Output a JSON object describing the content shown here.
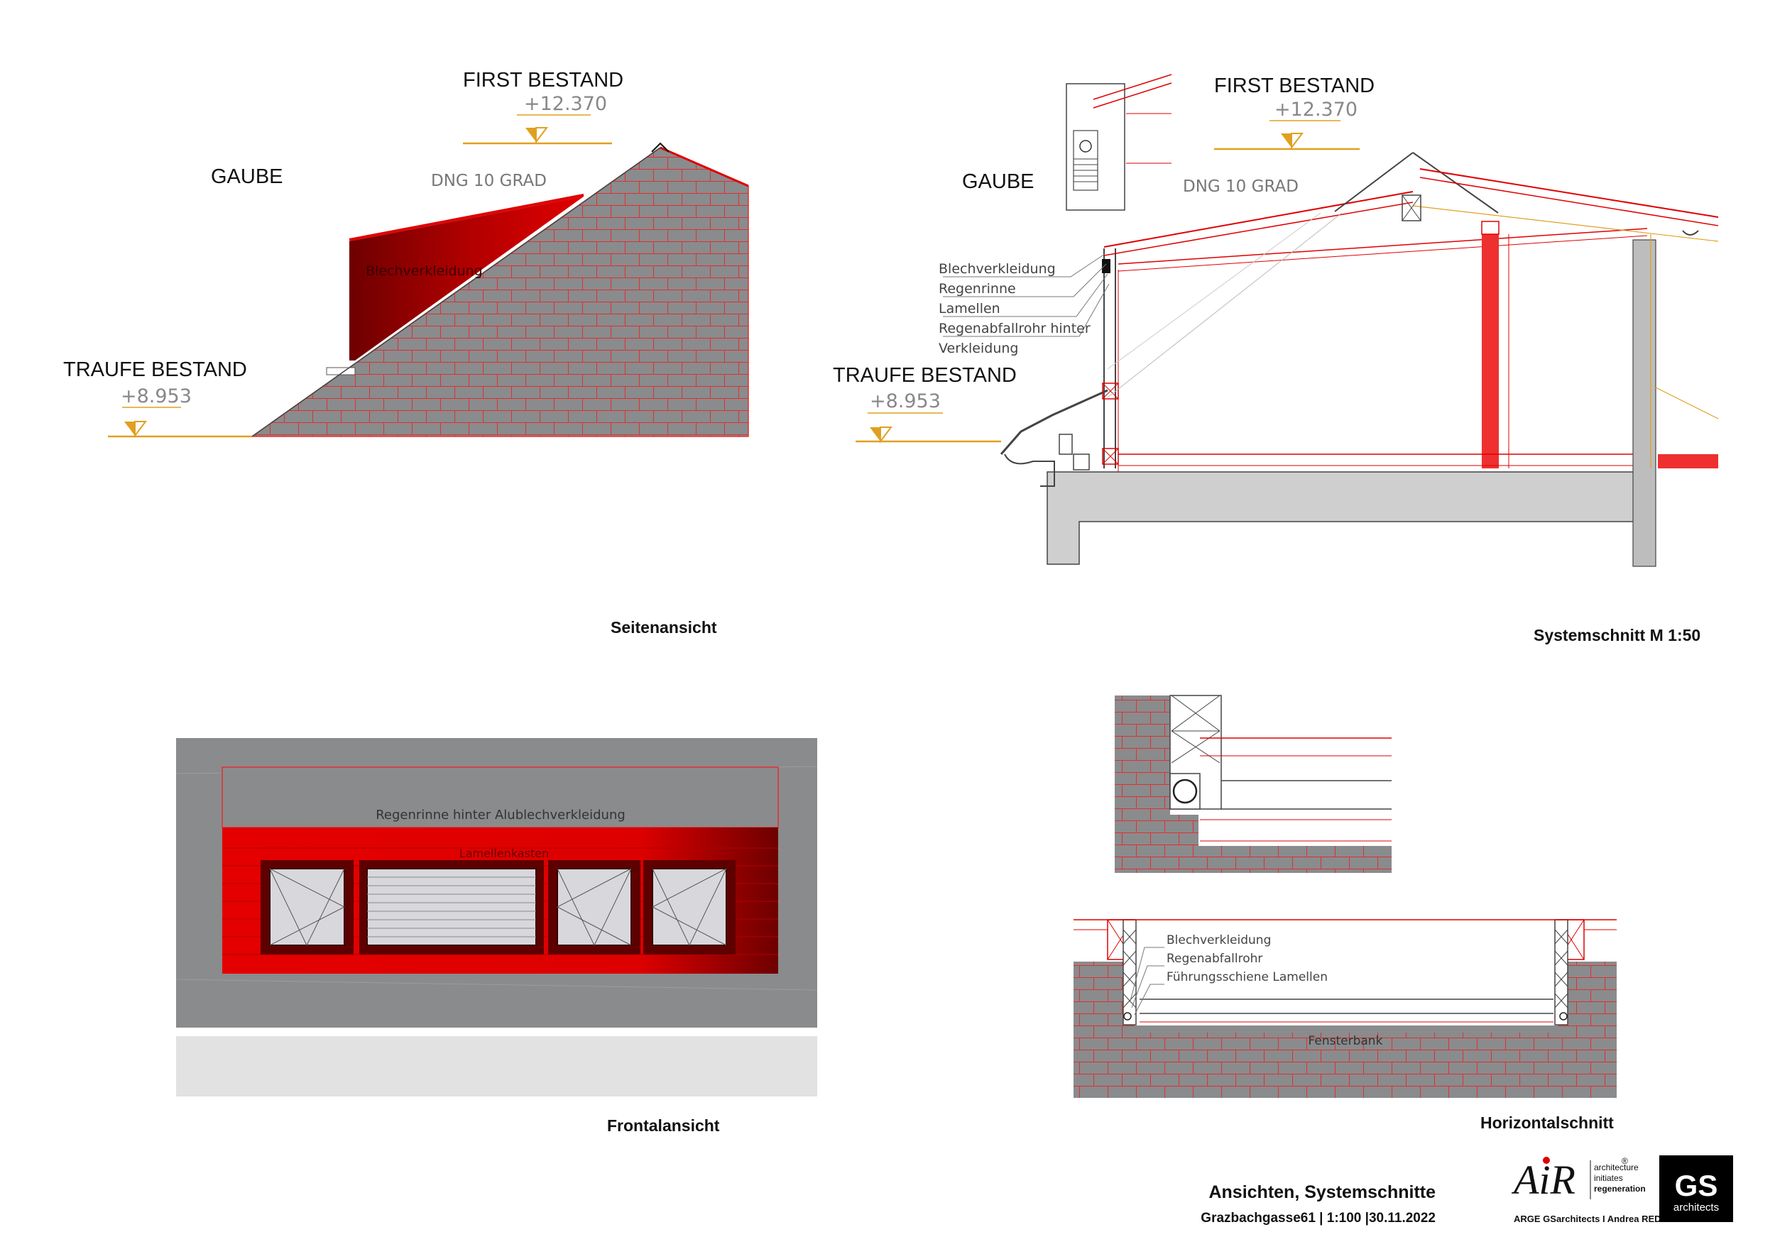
{
  "seitenansicht": {
    "first_label": "FIRST BESTAND",
    "first_level": "+12.370",
    "gaube_label": "GAUBE",
    "dng_label": "DNG 10 GRAD",
    "blech_label": "Blechverkleidung",
    "traufe_label": "TRAUFE BESTAND",
    "traufe_level": "+8.953",
    "title": "Seitenansicht"
  },
  "systemschnitt": {
    "first_label": "FIRST BESTAND",
    "first_level": "+12.370",
    "gaube_label": "GAUBE",
    "dng_label": "DNG 10 GRAD",
    "traufe_label": "TRAUFE BESTAND",
    "traufe_level": "+8.953",
    "annotations": [
      "Blechverkleidung",
      "Regenrinne",
      "Lamellen",
      "Regenabfallrohr hinter",
      "Verkleidung"
    ],
    "title": "Systemschnitt  M 1:50"
  },
  "frontalansicht": {
    "regenrinne_label": "Regenrinne hinter Alublechverkleidung",
    "lamellen_label": "Lamellenkasten",
    "title": "Frontalansicht"
  },
  "horizontalschnitt": {
    "annotations": [
      "Blechverkleidung",
      "Regenabfallrohr",
      "Führungsschiene Lamellen"
    ],
    "fensterbank_label": "Fensterbank",
    "title": "Horizontalschnitt"
  },
  "titleblock": {
    "title": "Ansichten, Systemschnitte",
    "subtitle": "Grazbachgasse61 | 1:100 |30.11.2022",
    "air_logo": "AiR",
    "air_reg": "®",
    "air_tagline": [
      "architecture",
      "initiates",
      "regeneration"
    ],
    "arge": "ARGE GSarchitects I Andrea REDI",
    "gs_logo": "GS",
    "gs_sub": "architects"
  },
  "colors": {
    "red": "#e10000",
    "dark_red": "#7a0000",
    "grey": "#8a8b8d",
    "gold": "#e0a020"
  }
}
